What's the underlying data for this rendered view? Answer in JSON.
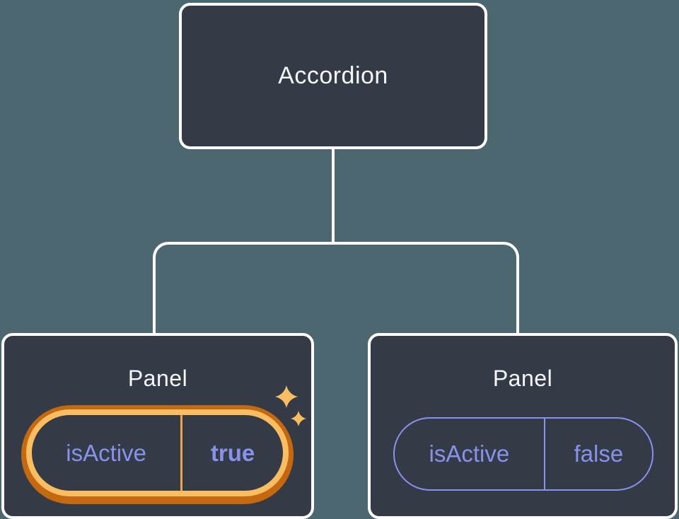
{
  "theme": {
    "background": "#4D6770",
    "node_fill": "#343A46",
    "connector": "#FFFFFF",
    "purple": "#8891EC",
    "gold": "#FBBD62",
    "orange": "#C4690F",
    "gold_divider": "#EFA24B",
    "text": "#F6F7F9"
  },
  "diagram": {
    "type": "component-tree",
    "root": {
      "label": "Accordion"
    },
    "children": [
      {
        "label": "Panel",
        "highlighted": true,
        "icon": "sparkle-icon",
        "state": {
          "key": "isActive",
          "value": "true"
        }
      },
      {
        "label": "Panel",
        "highlighted": false,
        "state": {
          "key": "isActive",
          "value": "false"
        }
      }
    ]
  }
}
